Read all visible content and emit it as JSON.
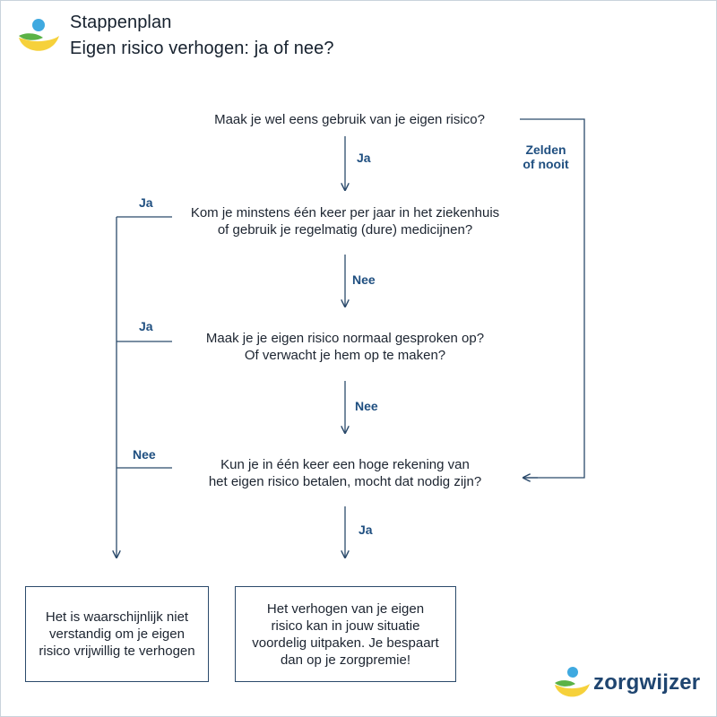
{
  "header": {
    "title_line1": "Stappenplan",
    "title_line2": "Eigen risico verhogen: ja of nee?"
  },
  "questions": [
    {
      "lines": [
        "Maak je wel eens gebruik van je eigen risico?"
      ]
    },
    {
      "lines": [
        "Kom je minstens één keer per jaar in het ziekenhuis",
        "of gebruik je regelmatig (dure) medicijnen?"
      ]
    },
    {
      "lines": [
        "Maak je je eigen risico normaal gesproken op?",
        "Of verwacht je hem op te maken?"
      ]
    },
    {
      "lines": [
        "Kun je in één keer een hoge rekening van",
        "het eigen risico betalen, mocht dat nodig zijn?"
      ]
    }
  ],
  "labels": {
    "q1_down": "Ja",
    "q1_side_line1": "Zelden",
    "q1_side_line2": "of nooit",
    "q2_left": "Ja",
    "q2_down": "Nee",
    "q3_left": "Ja",
    "q3_down": "Nee",
    "q4_left": "Nee",
    "q4_down": "Ja"
  },
  "outcomes": {
    "negative": [
      "Het is waarschijnlijk niet",
      "verstandig om je eigen",
      "risico vrijwillig te verhogen"
    ],
    "positive": [
      "Het verhogen van je eigen",
      "risico kan in jouw situatie",
      "voordelig uitpaken. Je bespaart",
      "dan op je zorgpremie!"
    ]
  },
  "brand": {
    "name": "zorgwijzer",
    "logo_colors": {
      "sun": "#3fa9e0",
      "leaf_green": "#5bb246",
      "leaf_yellow": "#f6d13b"
    }
  },
  "colors": {
    "line": "#2b4a6b",
    "label": "#1f4f80",
    "text": "#1c2430"
  }
}
